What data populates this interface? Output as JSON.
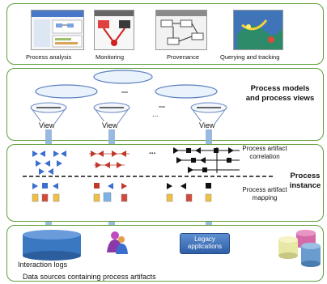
{
  "applications": {
    "items": [
      {
        "label": "Process analysis"
      },
      {
        "label": "Monitoring"
      },
      {
        "label": "Provenance"
      },
      {
        "label": "Querying and tracking"
      }
    ]
  },
  "views_layer": {
    "title": "Process models and process views",
    "view_label": "View",
    "ellipsis": "..."
  },
  "instance_layer": {
    "title": "Process instance",
    "correlation": "Process artifact correlation",
    "mapping": "Process artifact mapping",
    "ellipsis": "..."
  },
  "sources_layer": {
    "interaction_logs": "Interaction logs",
    "legacy": "Legacy applications",
    "caption": "Data sources containing process artifacts"
  },
  "colors": {
    "border": "#5e9e3a",
    "arrow": "#8fb1dc",
    "cylinder_blue": "#3a78c2",
    "artifact_blue": "#3a6fd0",
    "artifact_red": "#c0392b",
    "artifact_black": "#111111"
  }
}
